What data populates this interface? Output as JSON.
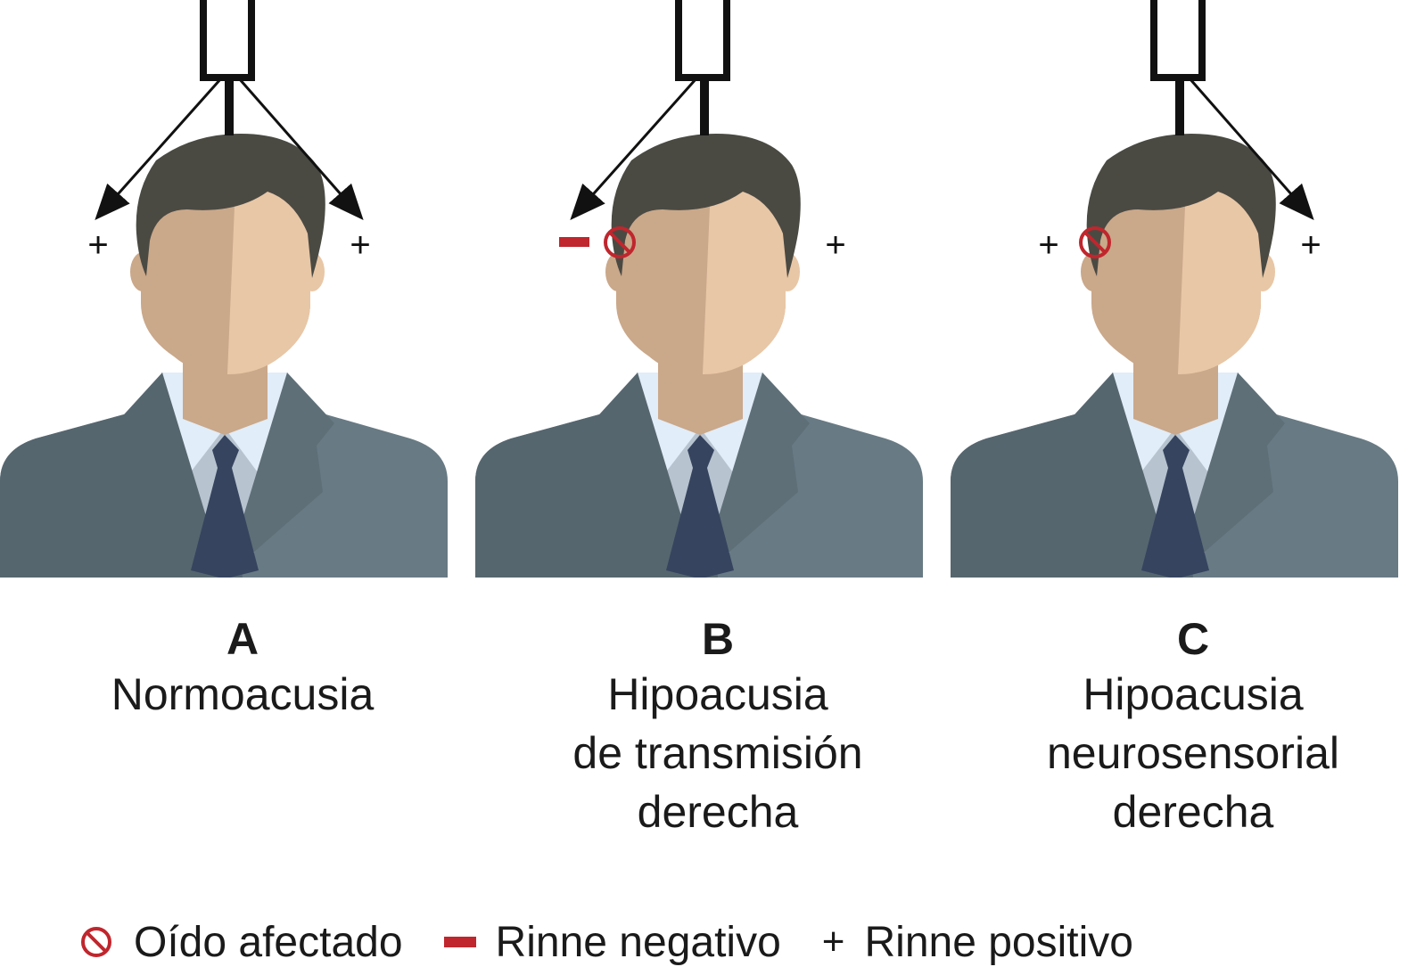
{
  "panels": [
    {
      "letter": "A",
      "caption": [
        "Normoacusia"
      ],
      "left_mark": "+",
      "right_mark": "+",
      "left_mark_type": "positive",
      "affected_left": false,
      "arrow_left": true,
      "arrow_right": true
    },
    {
      "letter": "B",
      "caption": [
        "Hipoacusia",
        "de transmisión",
        "derecha"
      ],
      "left_mark": "",
      "right_mark": "+",
      "left_mark_type": "negative",
      "affected_left": true,
      "arrow_left": true,
      "arrow_right": false
    },
    {
      "letter": "C",
      "caption": [
        "Hipoacusia",
        "neurosensorial",
        "derecha"
      ],
      "left_mark": "+",
      "right_mark": "+",
      "left_mark_type": "positive",
      "affected_left": true,
      "arrow_left": false,
      "arrow_right": true
    }
  ],
  "legend": {
    "affected_label": "Oído afectado",
    "negative_label": "Rinne negativo",
    "positive_symbol": "+",
    "positive_label": "Rinne positivo"
  },
  "colors": {
    "affected": "#c0262d",
    "suit_light": "#687a84",
    "suit_dark": "#56666f",
    "hair": "#4a4a43",
    "skin_light": "#e8c7a6",
    "skin_dark": "#caa88a",
    "shirt": "#e1edf8",
    "tie": "#36445f"
  }
}
